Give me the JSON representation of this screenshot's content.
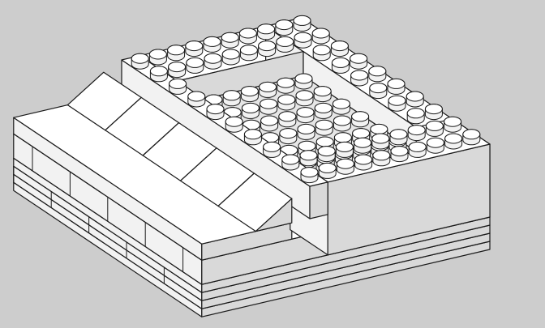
{
  "scene": {
    "subject": "lego-brick-assembly",
    "colors": {
      "background": "#cdcdcd",
      "top_face": "#ffffff",
      "side_light": "#f2f2f2",
      "side_dark": "#d9d9d9",
      "outline": "#1a1a1a",
      "hole": "#e6e6e6"
    },
    "grid": {
      "studs_u": 10,
      "studs_v": 16,
      "frame_width": 2
    }
  }
}
